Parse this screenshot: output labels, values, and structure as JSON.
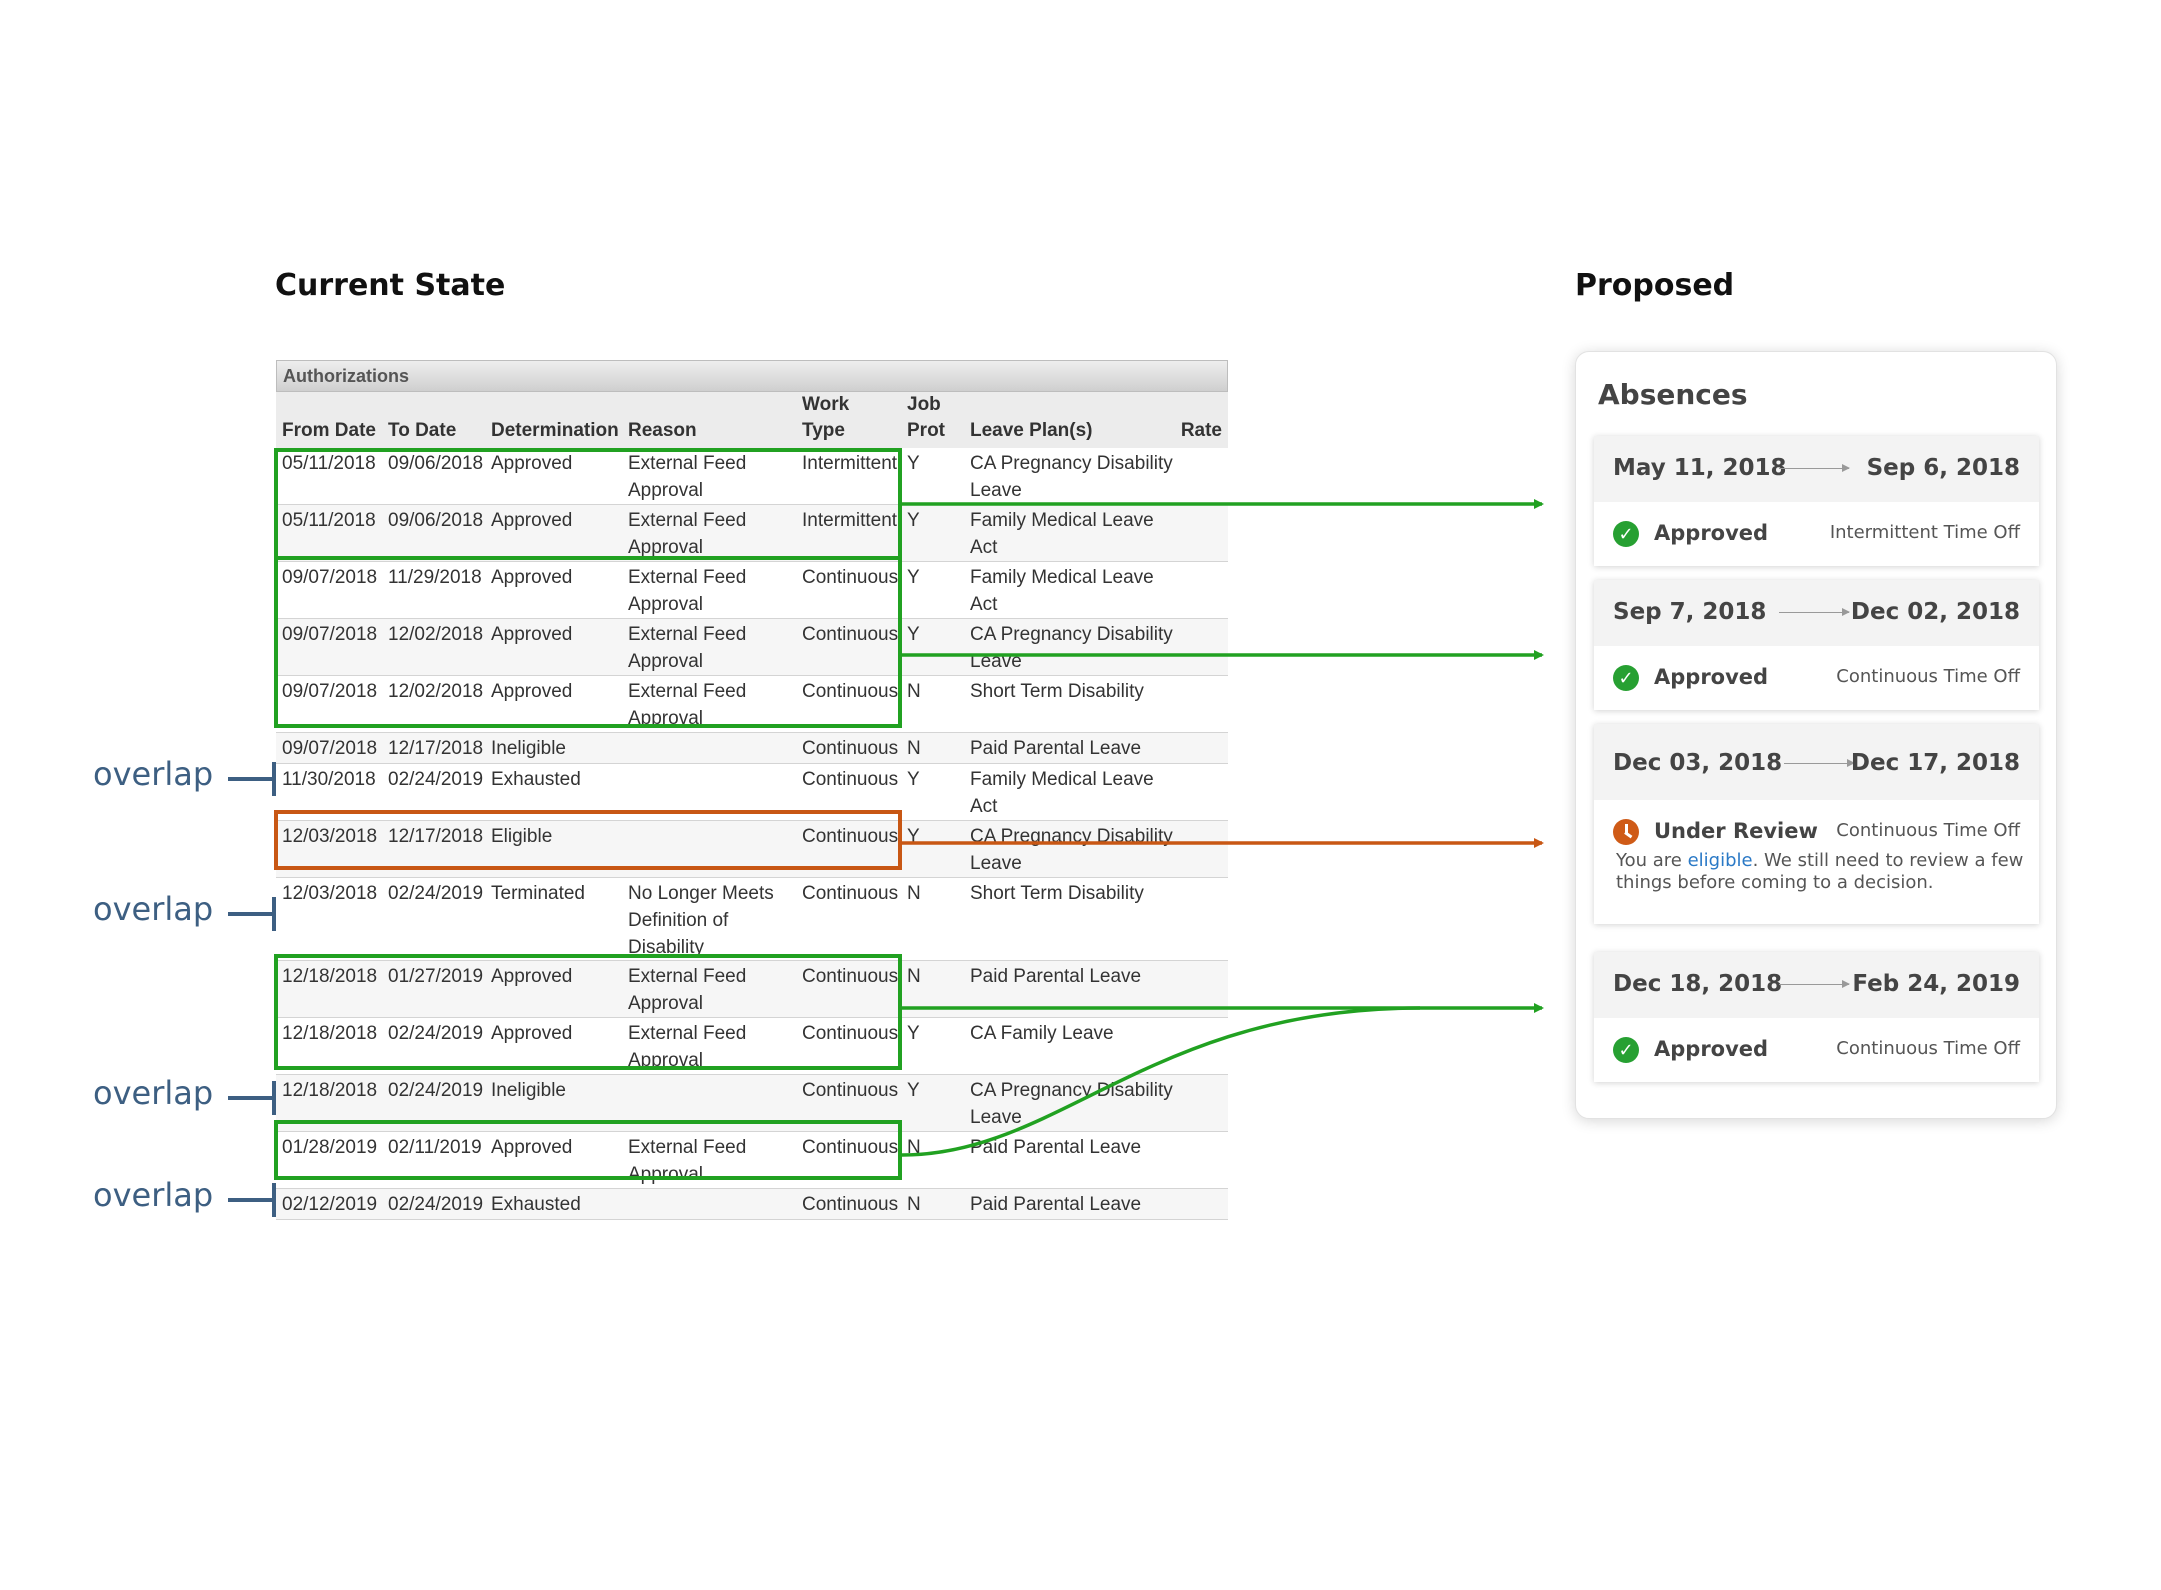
{
  "headings": {
    "current": "Current State",
    "proposed": "Proposed"
  },
  "authorizations": {
    "title": "Authorizations",
    "columns": {
      "from_date": "From Date",
      "to_date": "To Date",
      "determination": "Determination",
      "reason": "Reason",
      "work_type": "Work Type",
      "job_prot": "Job Prot",
      "leave_plan": "Leave Plan(s)",
      "rate": "Rate"
    },
    "rows": [
      {
        "from": "05/11/2018",
        "to": "09/06/2018",
        "determination": "Approved",
        "reason": "External Feed Approval",
        "work": "Intermittent",
        "job": "Y",
        "plan": "CA Pregnancy Disability Leave",
        "rate": ""
      },
      {
        "from": "05/11/2018",
        "to": "09/06/2018",
        "determination": "Approved",
        "reason": "External Feed Approval",
        "work": "Intermittent",
        "job": "Y",
        "plan": "Family Medical Leave Act",
        "rate": ""
      },
      {
        "from": "09/07/2018",
        "to": "11/29/2018",
        "determination": "Approved",
        "reason": "External Feed Approval",
        "work": "Continuous",
        "job": "Y",
        "plan": "Family Medical Leave Act",
        "rate": ""
      },
      {
        "from": "09/07/2018",
        "to": "12/02/2018",
        "determination": "Approved",
        "reason": "External Feed Approval",
        "work": "Continuous",
        "job": "Y",
        "plan": "CA Pregnancy Disability Leave",
        "rate": ""
      },
      {
        "from": "09/07/2018",
        "to": "12/02/2018",
        "determination": "Approved",
        "reason": "External Feed Approval",
        "work": "Continuous",
        "job": "N",
        "plan": "Short Term Disability",
        "rate": ""
      },
      {
        "from": "09/07/2018",
        "to": "12/17/2018",
        "determination": "Ineligible",
        "reason": "",
        "work": "Continuous",
        "job": "N",
        "plan": "Paid Parental Leave",
        "rate": ""
      },
      {
        "from": "11/30/2018",
        "to": "02/24/2019",
        "determination": "Exhausted",
        "reason": "",
        "work": "Continuous",
        "job": "Y",
        "plan": "Family Medical Leave Act",
        "rate": ""
      },
      {
        "from": "12/03/2018",
        "to": "12/17/2018",
        "determination": "Eligible",
        "reason": "",
        "work": "Continuous",
        "job": "Y",
        "plan": "CA Pregnancy Disability Leave",
        "rate": ""
      },
      {
        "from": "12/03/2018",
        "to": "02/24/2019",
        "determination": "Terminated",
        "reason": "No Longer Meets Definition of Disability",
        "work": "Continuous",
        "job": "N",
        "plan": "Short Term Disability",
        "rate": ""
      },
      {
        "from": "12/18/2018",
        "to": "01/27/2019",
        "determination": "Approved",
        "reason": "External Feed Approval",
        "work": "Continuous",
        "job": "N",
        "plan": "Paid Parental Leave",
        "rate": ""
      },
      {
        "from": "12/18/2018",
        "to": "02/24/2019",
        "determination": "Approved",
        "reason": "External Feed Approval",
        "work": "Continuous",
        "job": "Y",
        "plan": "CA Family Leave",
        "rate": ""
      },
      {
        "from": "12/18/2018",
        "to": "02/24/2019",
        "determination": "Ineligible",
        "reason": "",
        "work": "Continuous",
        "job": "Y",
        "plan": "CA Pregnancy Disability Leave",
        "rate": ""
      },
      {
        "from": "01/28/2019",
        "to": "02/11/2019",
        "determination": "Approved",
        "reason": "External Feed Approval",
        "work": "Continuous",
        "job": "N",
        "plan": "Paid Parental Leave",
        "rate": ""
      },
      {
        "from": "02/12/2019",
        "to": "02/24/2019",
        "determination": "Exhausted",
        "reason": "",
        "work": "Continuous",
        "job": "N",
        "plan": "Paid Parental Leave",
        "rate": ""
      }
    ]
  },
  "overlap_labels": [
    "overlap",
    "overlap",
    "overlap",
    "overlap"
  ],
  "colors": {
    "approved_group": "#21a121",
    "review_group": "#c85714",
    "overlap_marker": "#3d5f82"
  },
  "absences": {
    "title": "Absences",
    "items": [
      {
        "from": "May 11, 2018",
        "to": "Sep 6, 2018",
        "status": "Approved",
        "status_icon": "check-icon",
        "type": "Intermittent Time Off"
      },
      {
        "from": "Sep 7, 2018",
        "to": "Dec 02, 2018",
        "status": "Approved",
        "status_icon": "check-icon",
        "type": "Continuous Time Off"
      },
      {
        "from": "Dec 03, 2018",
        "to": "Dec 17, 2018",
        "status": "Under Review",
        "status_icon": "clock-icon",
        "type": "Continuous Time Off",
        "note_prefix": "You are ",
        "note_link": "eligible",
        "note_suffix": ". We still need to review a few things before coming to a decision."
      },
      {
        "from": "Dec 18, 2018",
        "to": "Feb 24, 2019",
        "status": "Approved",
        "status_icon": "check-icon",
        "type": "Continuous Time Off"
      }
    ]
  }
}
